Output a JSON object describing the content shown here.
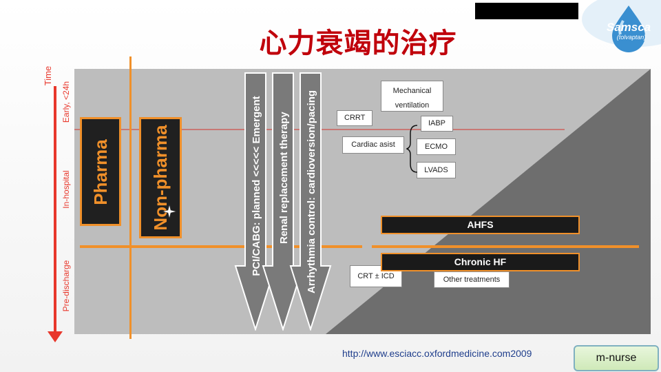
{
  "title": "心力衰竭的治疗",
  "logo": {
    "brand": "Samsca",
    "sub": "(tolvaptan)"
  },
  "axis": {
    "label": "Time",
    "stages": [
      "Early, <24h",
      "In-hospital",
      "Pre-discharge"
    ]
  },
  "columns": {
    "pharma": "Pharma",
    "non_pharma": "Non-pharma"
  },
  "arrows": [
    "PCI/CABG: planned <<<<< Emergent",
    "Renal replacement therapy",
    "Arrhythmia control: cardioversion/pacing"
  ],
  "boxes": {
    "mechanical": "Mechanical ventilation",
    "crrt": "CRRT",
    "cardiac_assist": "Cardiac asist",
    "iabp": "IABP",
    "ecmo": "ECMO",
    "lvads": "LVADS",
    "crt_icd": "CRT ± ICD",
    "other": "Other treatments"
  },
  "bars": {
    "ahfs": "AHFS",
    "chronic": "Chronic HF"
  },
  "footer": {
    "url": "http://www.esciacc.oxfordmedicine.com2009",
    "badge": "m-nurse"
  },
  "colors": {
    "title": "#c0000b",
    "accent": "#f0902a",
    "arrow_red": "#e8372b",
    "panel_light": "#bdbdbd",
    "panel_dark": "#6e6e6e",
    "link": "#1f3e8c"
  }
}
